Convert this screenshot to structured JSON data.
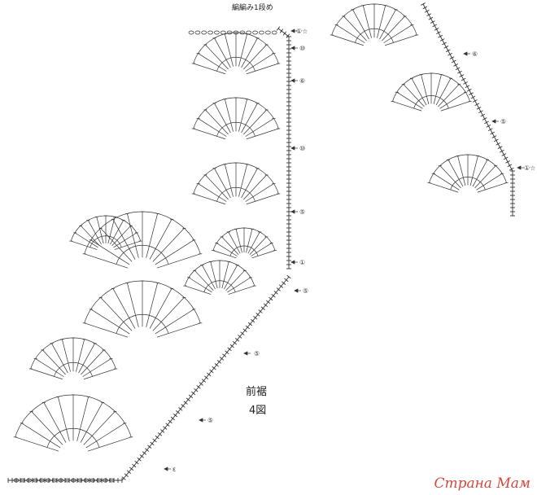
{
  "diagram": {
    "row_note": "編編み1段め",
    "caption_title": "前裾",
    "caption_figure": "4図",
    "watermark": "Страна Мам",
    "markers": {
      "r1_left_top": "①☆",
      "r1_right": "①☆",
      "m2": "⑩",
      "m3": "⑥",
      "m4": "⑩",
      "m5": "⑤",
      "m6": "①",
      "m7": "⑤",
      "m8": "⑤",
      "m9": "⑥",
      "m10": "⑤",
      "m11": "⑤",
      "m12": "ε"
    },
    "colors": {
      "ink": "#222222",
      "watermark": "#d9473b"
    }
  }
}
